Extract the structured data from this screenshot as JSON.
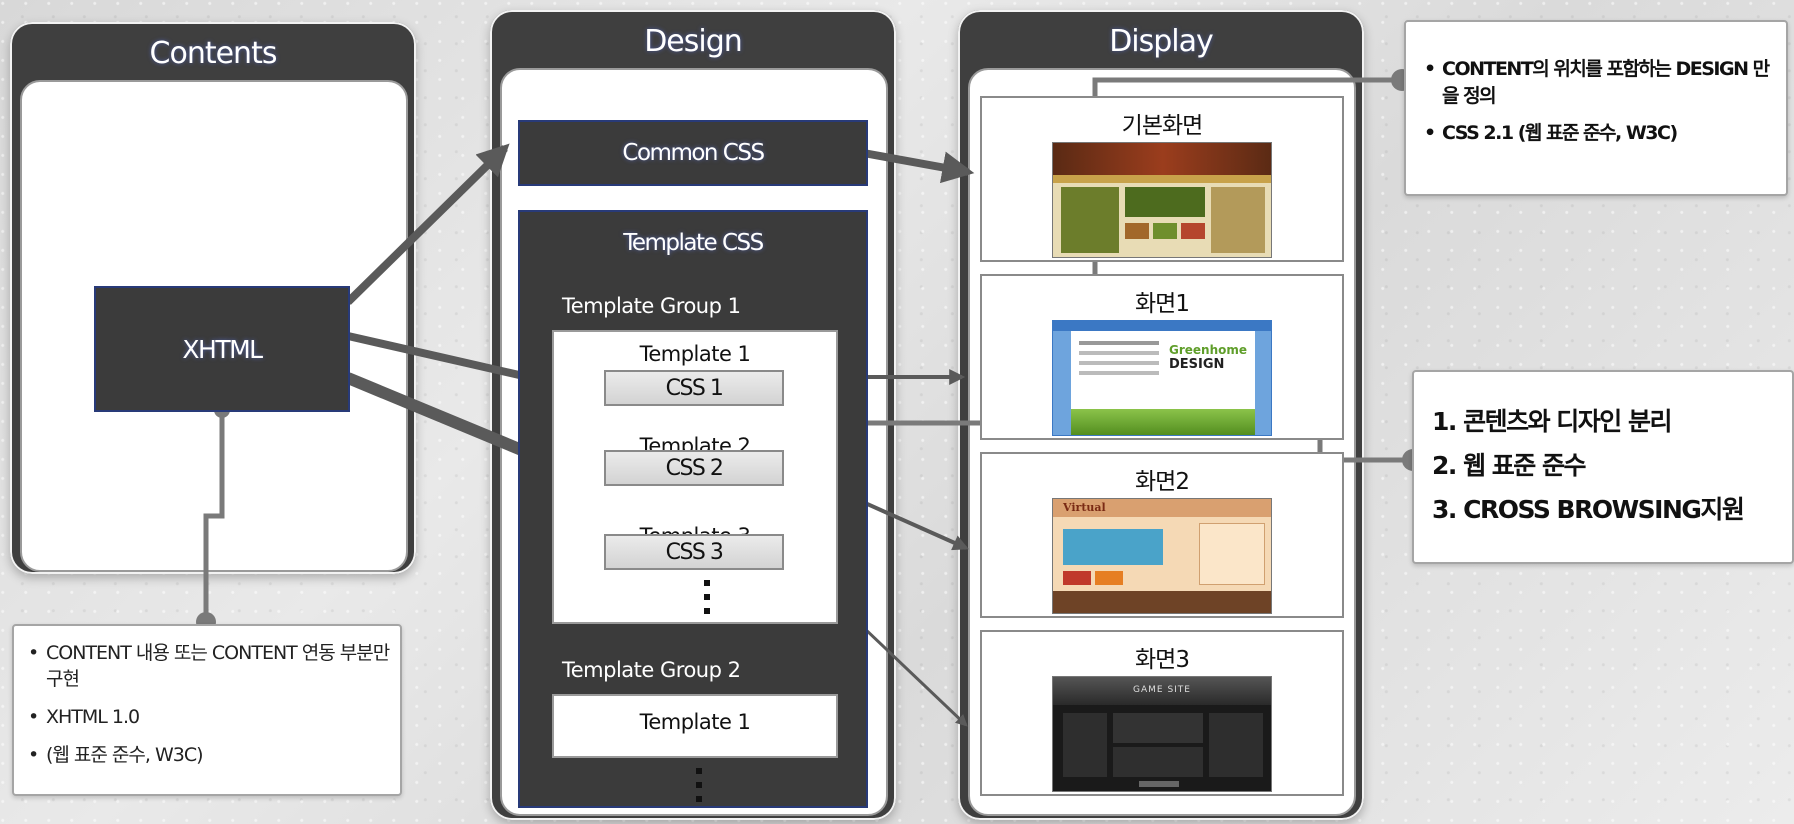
{
  "panels": {
    "contents": "Contents",
    "design": "Design",
    "display": "Display"
  },
  "boxes": {
    "xhtml": "XHTML",
    "common_css": "Common CSS",
    "template_css": "Template CSS"
  },
  "groups": {
    "group1": {
      "label": "Template Group 1",
      "templates": [
        {
          "label": "Template 1",
          "css": "CSS 1"
        },
        {
          "label": "Template 2",
          "css": "CSS 2"
        },
        {
          "label": "Template 3",
          "css": "CSS 3"
        }
      ]
    },
    "group2": {
      "label": "Template Group 2",
      "templates": [
        {
          "label": "Template 1"
        }
      ]
    }
  },
  "screens": [
    {
      "label": "기본화면"
    },
    {
      "label": "화면1"
    },
    {
      "label": "화면2"
    },
    {
      "label": "화면3"
    }
  ],
  "thumbnails": {
    "screen1_title": "Greenhome",
    "screen1_subtitle": "DESIGN",
    "screen2_title": "Virtual",
    "screen3_title": "GAME SITE"
  },
  "notes": {
    "left": [
      "CONTENT 내용 또는 CONTENT 연동 부분만 구현",
      "XHTML 1.0",
      "(웹 표준 준수, W3C)"
    ],
    "right_top": [
      "CONTENT의 위치를 포함하는 DESIGN 만을 정의",
      "CSS 2.1 (웹 표준 준수, W3C)"
    ],
    "right_numbered": [
      "1. 콘텐츠와 디자인 분리",
      "2. 웹 표준 준수",
      "3. CROSS BROWSING지원"
    ]
  },
  "colors": {
    "panel": "#3f3f3f",
    "box_border": "#283a78",
    "arrow": "#5a5a5a",
    "connector": "#7a7a7a"
  }
}
